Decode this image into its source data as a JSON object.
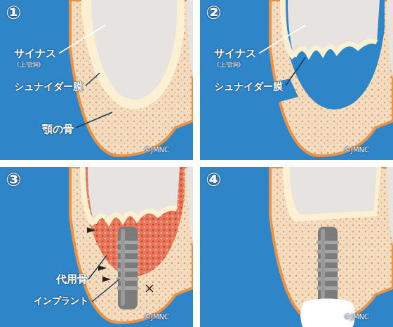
{
  "diagram": {
    "labels": [
      "①",
      "サイナス",
      "(上顎洞)",
      "シュナイダー膜",
      "顎の骨",
      "©JMNC",
      "②",
      "サイナス",
      "(上顎洞)",
      "シュナイダー膜",
      "©JMNC",
      "③",
      "代用骨",
      "インプラント",
      "©JMNC",
      "④",
      "©JMNC"
    ]
  }
}
